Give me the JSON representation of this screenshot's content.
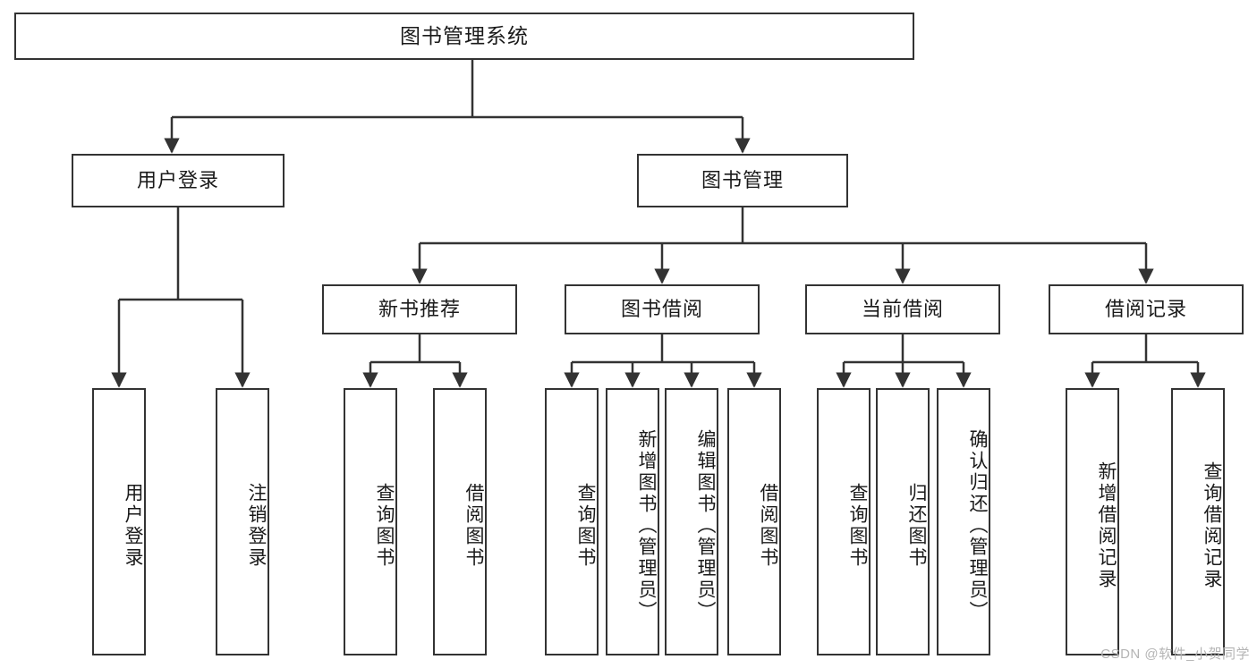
{
  "diagram": {
    "title": "图书管理系统",
    "type": "tree-hierarchy-chart",
    "watermark": "CSDN @软件_小贺同学",
    "colors": {
      "stroke": "#333333",
      "fill": "#ffffff",
      "text": "#1a1a1a",
      "watermark": "#b4b4b4"
    },
    "root": {
      "id": "root",
      "label": "图书管理系统"
    },
    "level2": [
      {
        "id": "user-login",
        "label": "用户登录"
      },
      {
        "id": "book-management",
        "label": "图书管理"
      }
    ],
    "level3": [
      {
        "id": "new-book-recommend",
        "label": "新书推荐",
        "parent": "book-management"
      },
      {
        "id": "book-borrow",
        "label": "图书借阅",
        "parent": "book-management"
      },
      {
        "id": "current-borrow",
        "label": "当前借阅",
        "parent": "book-management"
      },
      {
        "id": "borrow-record",
        "label": "借阅记录",
        "parent": "book-management"
      }
    ],
    "leaves": [
      {
        "id": "leaf-user-login",
        "label": "用户登录",
        "parent": "user-login"
      },
      {
        "id": "leaf-logout",
        "label": "注销登录",
        "parent": "user-login"
      },
      {
        "id": "leaf-query-book-1",
        "label": "查询图书",
        "parent": "new-book-recommend"
      },
      {
        "id": "leaf-borrow-book-1",
        "label": "借阅图书",
        "parent": "new-book-recommend"
      },
      {
        "id": "leaf-query-book-2",
        "label": "查询图书",
        "parent": "book-borrow"
      },
      {
        "id": "leaf-add-book",
        "label": "新增图书（管理员）",
        "parent": "book-borrow"
      },
      {
        "id": "leaf-edit-book",
        "label": "编辑图书（管理员）",
        "parent": "book-borrow"
      },
      {
        "id": "leaf-borrow-book-2",
        "label": "借阅图书",
        "parent": "book-borrow"
      },
      {
        "id": "leaf-query-book-3",
        "label": "查询图书",
        "parent": "current-borrow"
      },
      {
        "id": "leaf-return-book",
        "label": "归还图书",
        "parent": "current-borrow"
      },
      {
        "id": "leaf-confirm-return",
        "label": "确认归还（管理员）",
        "parent": "current-borrow"
      },
      {
        "id": "leaf-add-record",
        "label": "新增借阅记录",
        "parent": "borrow-record"
      },
      {
        "id": "leaf-query-record",
        "label": "查询借阅记录",
        "parent": "borrow-record"
      }
    ]
  }
}
